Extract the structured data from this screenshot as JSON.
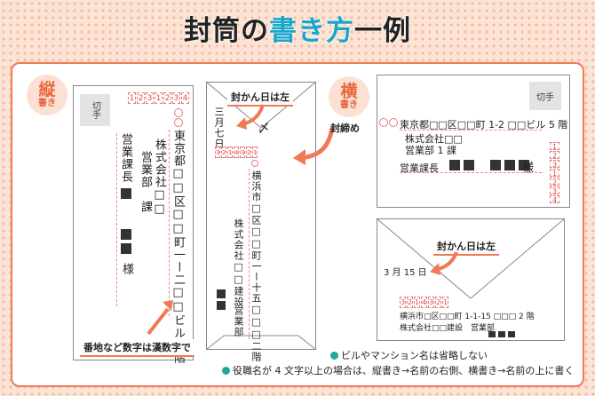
{
  "title": {
    "part1": "封筒の",
    "accent": "書き方",
    "part2": "一例"
  },
  "vertical": {
    "badge_main": "縦",
    "badge_sub": "書き",
    "stamp": "切手",
    "zip": [
      "1",
      "2",
      "3",
      "1",
      "2",
      "3",
      "4"
    ],
    "address": "東京都□□区□□町一ー二□□ビル五階",
    "company": "株式会社□□",
    "dept": "営業部　課",
    "title_name": "営業課長",
    "honorific": "様",
    "callout_numbers": "番地など数字は漢数字で"
  },
  "vertical_back": {
    "seal_date_callout": "封かん日は左",
    "date": "三月七日",
    "seal_mark": "〆",
    "seal_callout": "封締め",
    "zip": [
      "3",
      "2",
      "1",
      "4",
      "3",
      "2",
      "1"
    ],
    "address": "横浜市□区□□町一ー十五□□□二階",
    "company": "株式会社□□建設",
    "dept": "営業部"
  },
  "horizontal": {
    "badge_main": "横",
    "badge_sub": "書き",
    "stamp": "切手",
    "address": "東京都□□区□□町 1-2 □□ビル 5 階",
    "company": "株式会社□□",
    "dept": "営業部 1 課",
    "title_name": "営業課長",
    "honorific": "様",
    "zip": [
      "1",
      "2",
      "3",
      "1",
      "2",
      "3",
      "4"
    ]
  },
  "horizontal_back": {
    "seal_date_callout": "封かん日は左",
    "date": "3 月 15 日",
    "zip": [
      "3",
      "2",
      "1",
      "4",
      "3",
      "2",
      "1"
    ],
    "address": "横浜市□区□□町 1-1-15 □□□ 2 階",
    "company_dept": "株式会社□□建設　営業部"
  },
  "notes": {
    "note1": "ビルやマンション名は省略しない",
    "note2": "役職名が 4 文字以上の場合は、縦書き→名前の右側、横書き→名前の上に書く"
  },
  "colors": {
    "accent": "#19a6c8",
    "orange": "#f07a55",
    "teal": "#22a6a0",
    "red_guides": "#e57c7c"
  }
}
